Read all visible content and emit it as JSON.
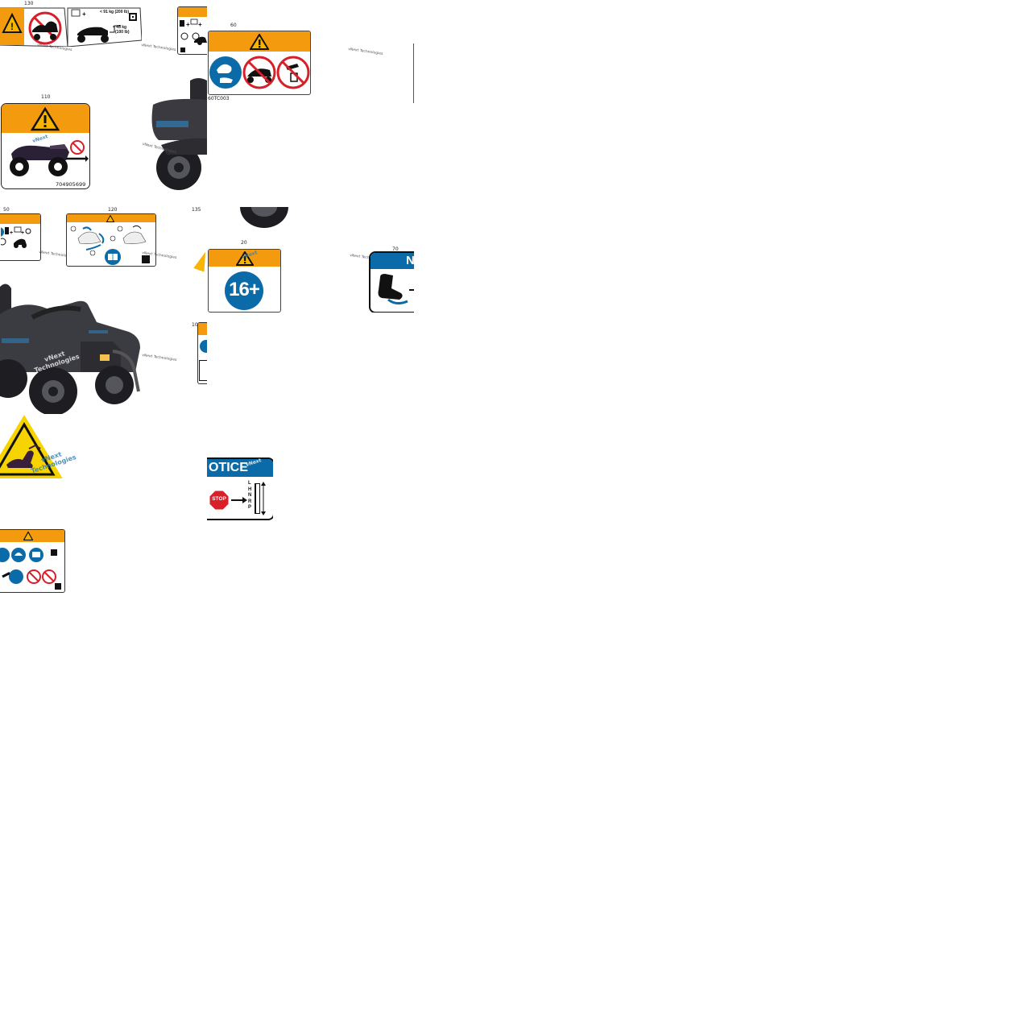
{
  "callouts": {
    "c130": "130",
    "c60": "60",
    "c110": "110",
    "c50": "50",
    "c120": "120",
    "c135": "135",
    "c20": "20",
    "c70": "70",
    "c10": "10"
  },
  "decal_130": {
    "load_rack": "< 91 kg (200 lb)",
    "load_hitch_1": "< 45 kg",
    "load_hitch_2": "(100 lb)"
  },
  "decal_60": {
    "code": "60TC003"
  },
  "decal_110": {
    "part_number": "704905699"
  },
  "decal_20": {
    "age": "16+"
  },
  "decal_70": {
    "banner": "N"
  },
  "decal_notice": {
    "banner": "OTICE",
    "stop": "STOP",
    "gears": [
      "L",
      "H",
      "N",
      "R",
      "P"
    ]
  },
  "watermark": {
    "small": "vNext Technologies",
    "big_line1": "vNext",
    "big_line2": "Technologies"
  },
  "colors": {
    "warning_orange": "#f49a0e",
    "notice_blue": "#0b6aa8",
    "prohibition_red": "#d8202a",
    "warning_yellow": "#f7b500"
  }
}
